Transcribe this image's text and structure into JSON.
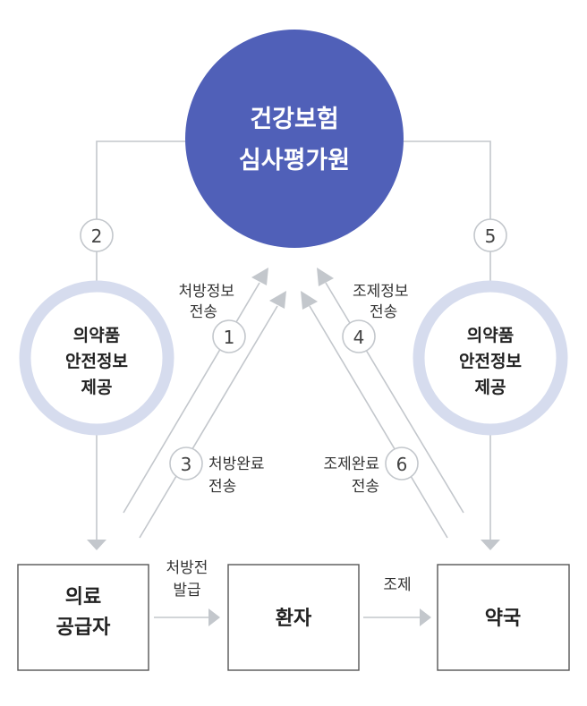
{
  "colors": {
    "center_node": "#5060b8",
    "ring": "#d6dcee",
    "connector": "#c3c7cc",
    "box_border": "#555555",
    "text": "#333333"
  },
  "nodes": {
    "hira": {
      "line1": "건강보험",
      "line2": "심사평가원"
    },
    "safety_left": {
      "line1": "의약품",
      "line2": "안전정보",
      "line3": "제공"
    },
    "safety_right": {
      "line1": "의약품",
      "line2": "안전정보",
      "line3": "제공"
    },
    "supplier": {
      "line1": "의료",
      "line2": "공급자"
    },
    "patient": {
      "label": "환자"
    },
    "pharmacy": {
      "label": "약국"
    }
  },
  "steps": {
    "s1": {
      "number": "1",
      "line1": "처방정보",
      "line2": "전송"
    },
    "s2": {
      "number": "2"
    },
    "s3": {
      "number": "3",
      "line1": "처방완료",
      "line2": "전송"
    },
    "s4": {
      "number": "4",
      "line1": "조제정보",
      "line2": "전송"
    },
    "s5": {
      "number": "5"
    },
    "s6": {
      "number": "6",
      "line1": "조제완료",
      "line2": "전송"
    }
  },
  "edges": {
    "prescription": {
      "line1": "처방전",
      "line2": "발급"
    },
    "dispense": {
      "label": "조제"
    }
  }
}
